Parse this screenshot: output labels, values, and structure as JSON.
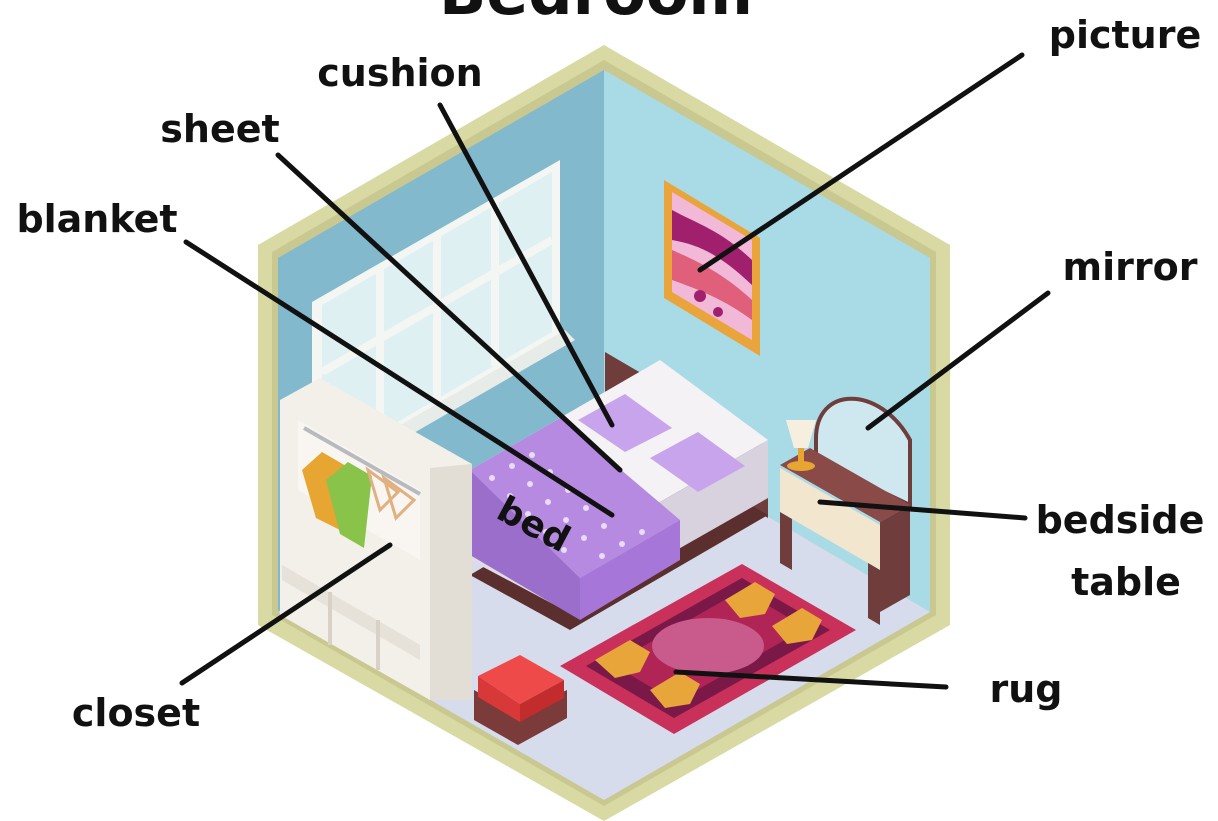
{
  "title": "Bedroom",
  "labels": {
    "picture": "picture",
    "cushion": "cushion",
    "sheet": "sheet",
    "blanket": "blanket",
    "mirror": "mirror",
    "bedside_table_line1": "bedside",
    "bedside_table_line2": "table",
    "bed": "bed",
    "rug": "rug",
    "closet": "closet"
  },
  "colors": {
    "wall_left": "#82b9cc",
    "wall_right": "#a9dbe6",
    "floor": "#d6dcec",
    "frame": "#d9d9a4",
    "blanket": "#b58ae0",
    "rug": "#c9305a",
    "picture_frame": "#e9a43c"
  }
}
